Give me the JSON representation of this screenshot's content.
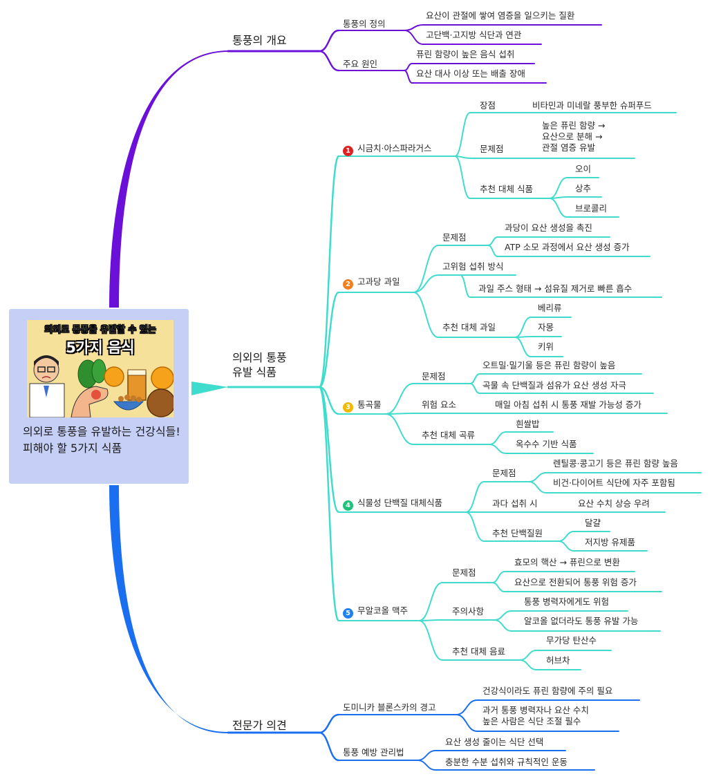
{
  "root": {
    "title": "의외로 통풍을 유발하는 건강식들! 피해야 할 5가지 식품",
    "thumbnail_line1": "의외로 통풍을 유발할 수 있는",
    "thumbnail_line2": "5가지 음식"
  },
  "overview": {
    "label": "통풍의 개요",
    "definition": {
      "label": "통풍의 정의",
      "items": [
        "요산이 관절에 쌓여 염증을 일으키는 질환",
        "고단백·고지방 식단과 연관"
      ]
    },
    "causes": {
      "label": "주요 원인",
      "items": [
        "퓨린 함량이 높은 음식 섭취",
        "요산 대사 이상 또는 배출 장애"
      ]
    }
  },
  "foods": {
    "label": "의외의 통풍\n유발 식품",
    "f1": {
      "label": "시금치·아스파라거스",
      "pros_label": "장점",
      "pros": "비타민과 미네랄 풍부한 슈퍼푸드",
      "problem_label": "문제점",
      "problem": "높은 퓨린 함량 →\n요산으로 분해 →\n관절 염증 유발",
      "alt_label": "추천 대체 식품",
      "alts": [
        "오이",
        "상추",
        "브로콜리"
      ]
    },
    "f2": {
      "label": "고과당 과일",
      "problem_label": "문제점",
      "problems": [
        "과당이 요산 생성을 촉진",
        "ATP 소모 과정에서 요산 생성 증가"
      ],
      "risk_label": "고위험 섭취 방식",
      "risk": "과일 주스 형태 → 섬유질 제거로 빠른 흡수",
      "alt_label": "추천 대체 과일",
      "alts": [
        "베리류",
        "자몽",
        "키위"
      ]
    },
    "f3": {
      "label": "통곡물",
      "problem_label": "문제점",
      "problems": [
        "오트밀·밀기울 등은 퓨린 함량이 높음",
        "곡물 속 단백질과 섬유가 요산 생성 자극"
      ],
      "risk_label": "위험 요소",
      "risk": "매일 아침 섭취 시 통풍 재발 가능성 증가",
      "alt_label": "추천 대체 곡류",
      "alts": [
        "흰쌀밥",
        "옥수수 기반 식품"
      ]
    },
    "f4": {
      "label": "식물성 단백질 대체식품",
      "problem_label": "문제점",
      "problems": [
        "렌틸콩·콩고기 등은 퓨린 함량 높음",
        "비건·다이어트 식단에 자주 포함됨"
      ],
      "excess_label": "과다 섭취 시",
      "excess": "요산 수치 상승 우려",
      "alt_label": "추천 단백질원",
      "alts": [
        "달걀",
        "저지방 유제품"
      ]
    },
    "f5": {
      "label": "무알코올 맥주",
      "problem_label": "문제점",
      "problems": [
        "효모의 핵산 → 퓨린으로 변환",
        "요산으로 전환되어 통풍 위험 증가"
      ],
      "caution_label": "주의사항",
      "cautions": [
        "통풍 병력자에게도 위험",
        "알코올 없더라도 통풍 유발 가능"
      ],
      "alt_label": "추천 대체 음료",
      "alts": [
        "무가당 탄산수",
        "허브차"
      ]
    }
  },
  "expert": {
    "label": "전문가 의견",
    "warning": {
      "label": "도미니카 블론스카의 경고",
      "items": [
        "건강식이라도 퓨린 함량에 주의 필요",
        "과거 통풍 병력자나 요산 수치\n높은 사람은 식단 조절 필수"
      ]
    },
    "prevention": {
      "label": "통풍 예방 관리법",
      "items": [
        "요산 생성 줄이는 식단 선택",
        "충분한 수분 섭취와 규칙적인 운동"
      ]
    }
  },
  "colors": {
    "overview": "#6a10d8",
    "foods": "#3fdccd",
    "expert": "#1a6ff0",
    "root_bg": "#c6d0f7",
    "n1": "#e02020",
    "n2": "#f08020",
    "n3": "#f3b800",
    "n4": "#1fc27a",
    "n5": "#2080f0"
  }
}
